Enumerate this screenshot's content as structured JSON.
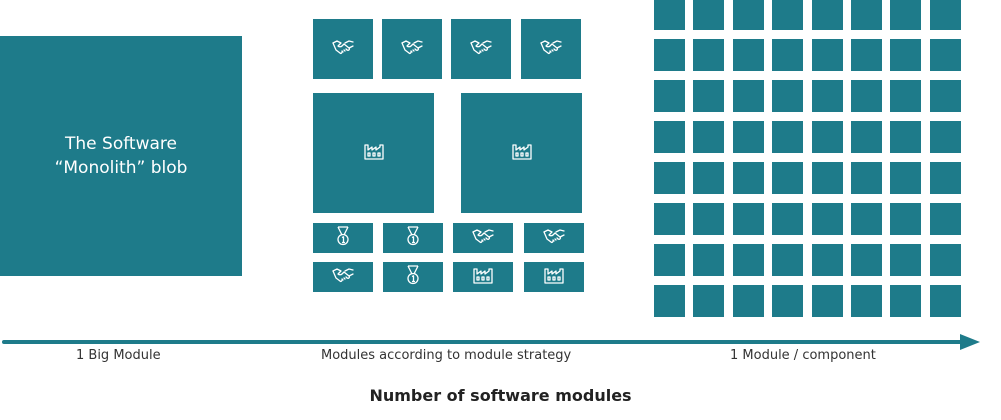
{
  "monolith": {
    "line1": "The Software",
    "line2": "“Monolith” blob"
  },
  "labels": {
    "left": "1 Big Module",
    "middle": "Modules according to module strategy",
    "right": "1 Module / component"
  },
  "axis_title": "Number of software modules",
  "colors": {
    "tile": "#1e7b8a",
    "axis": "#1e7b8a"
  },
  "grid": {
    "rows": 8,
    "cols": 8
  },
  "middle_modules": {
    "top_row": [
      "handshake-icon",
      "handshake-icon",
      "handshake-icon",
      "handshake-icon"
    ],
    "large": [
      "factory-icon",
      "factory-icon"
    ],
    "bottom_row_1": [
      "medal-icon",
      "medal-icon",
      "handshake-icon",
      "handshake-icon"
    ],
    "bottom_row_2": [
      "handshake-icon",
      "medal-icon",
      "factory-icon",
      "factory-icon"
    ]
  }
}
